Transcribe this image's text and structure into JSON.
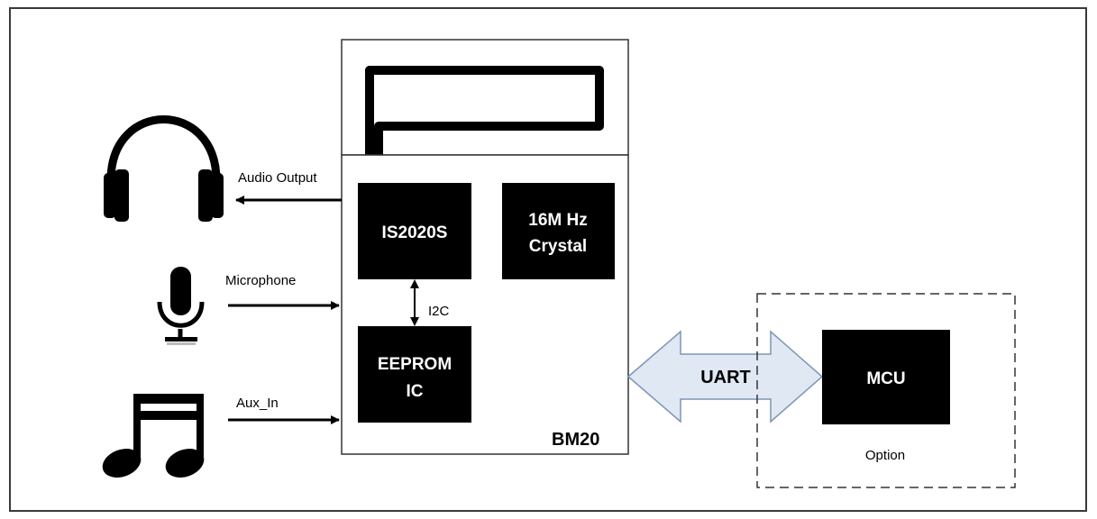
{
  "signals": {
    "audio_output": "Audio Output",
    "microphone": "Microphone",
    "aux_in": "Aux_In",
    "i2c": "I2C",
    "uart": "UART"
  },
  "module": {
    "name": "BM20",
    "chips": {
      "main": "IS2020S",
      "crystal_line1": "16M Hz",
      "crystal_line2": "Crystal",
      "eeprom_line1": "EEPROM",
      "eeprom_line2": "IC"
    }
  },
  "option_box": {
    "chip": "MCU",
    "label": "Option"
  },
  "colors": {
    "uart_arrow_fill": "#dfe8f3",
    "uart_arrow_stroke": "#7f95b5",
    "chip_fill": "#000000"
  },
  "icons": [
    "headphones-icon",
    "microphone-icon",
    "music-note-icon"
  ]
}
